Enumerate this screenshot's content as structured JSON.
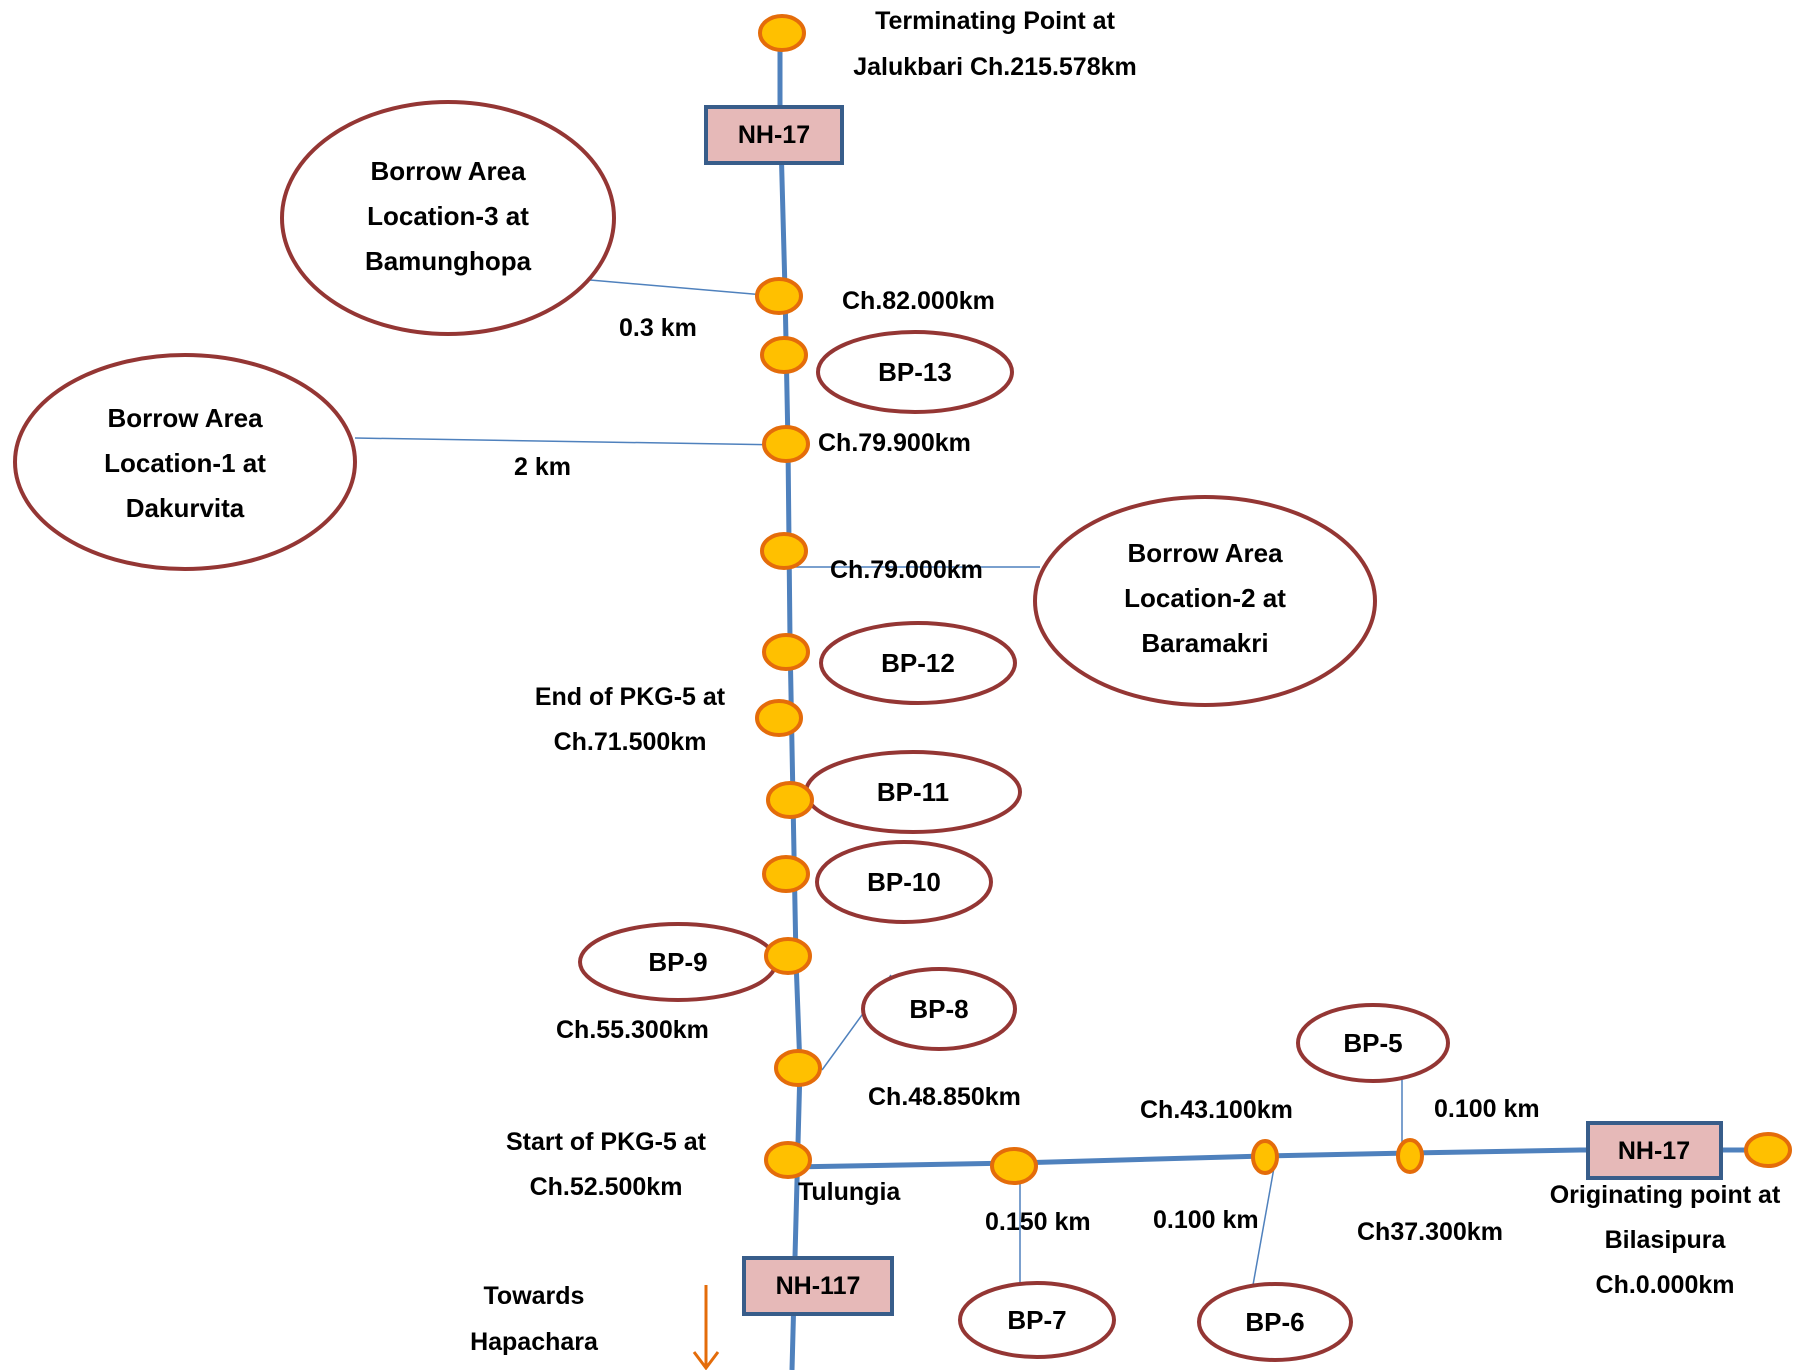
{
  "colors": {
    "road": "#4f81bd",
    "node_fill": "#ffc000",
    "node_stroke": "#e46c0a",
    "oval_stroke": "#943634",
    "box_fill": "#e6b9b8",
    "box_stroke": "#385d8a",
    "connector": "#4f81bd",
    "arrow": "#e46c0a"
  },
  "highways": {
    "nh17_top": "NH-17",
    "nh17_right": "NH-17",
    "nh117": "NH-117"
  },
  "points": {
    "terminating_1": "Terminating Point at",
    "terminating_2": "Jalukbari Ch.215.578km",
    "originating_1": "Originating point at",
    "originating_2": "Bilasipura",
    "originating_3": "Ch.0.000km",
    "end_pkg_1": "End of PKG-5 at",
    "end_pkg_2": "Ch.71.500km",
    "start_pkg_1": "Start of PKG-5 at",
    "start_pkg_2": "Ch.52.500km",
    "towards_1": "Towards",
    "towards_2": "Hapachara",
    "tulungia": "Tulungia"
  },
  "chainages": {
    "ch82": "Ch.82.000km",
    "ch79_9": "Ch.79.900km",
    "ch79": "Ch.79.000km",
    "ch55_3": "Ch.55.300km",
    "ch48_85": "Ch.48.850km",
    "ch43_1": "Ch.43.100km",
    "ch37_3": "Ch37.300km"
  },
  "distances": {
    "d_0_3": "0.3 km",
    "d_2": "2 km",
    "d_0_1_right": "0.100 km",
    "d_0_15": "0.150 km",
    "d_0_1_mid": "0.100 km"
  },
  "borrow_areas": {
    "loc3": [
      "Borrow Area",
      "Location-3 at",
      "Bamunghopa"
    ],
    "loc1": [
      "Borrow Area",
      "Location-1 at",
      "Dakurvita"
    ],
    "loc2": [
      "Borrow Area",
      "Location-2 at",
      "Baramakri"
    ]
  },
  "borrow_pits": {
    "bp13": "BP-13",
    "bp12": "BP-12",
    "bp11": "BP-11",
    "bp10": "BP-10",
    "bp9": "BP-9",
    "bp8": "BP-8",
    "bp7": "BP-7",
    "bp6": "BP-6",
    "bp5": "BP-5"
  }
}
